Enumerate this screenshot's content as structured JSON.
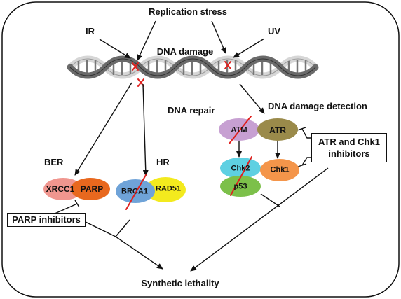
{
  "labels": {
    "replication_stress": "Replication stress",
    "ir": "IR",
    "uv": "UV",
    "dna_damage": "DNA damage",
    "dna_repair": "DNA repair",
    "dna_damage_detection": "DNA damage detection",
    "ber": "BER",
    "hr": "HR",
    "synthetic_lethality": "Synthetic lethality"
  },
  "nodes": {
    "xrcc1": "XRCC1",
    "parp": "PARP",
    "brca1": "BRCA1",
    "rad51": "RAD51",
    "atm": "ATM",
    "atr": "ATR",
    "chk2": "Chk2",
    "p53": "p53",
    "chk1": "Chk1"
  },
  "boxes": {
    "parp_inhibitors": "PARP inhibitors",
    "atr_chk1_line1": "ATR and Chk1",
    "atr_chk1_line2": "inhibitors"
  },
  "colors": {
    "xrcc1": "#f0968f",
    "parp": "#e8681e",
    "brca1": "#6fa3d8",
    "rad51": "#f3ea1e",
    "atm": "#c7a0d2",
    "atr": "#9a8a4a",
    "chk2": "#5ed0e2",
    "p53": "#7cc04a",
    "chk1": "#f4954a",
    "strike": "#e0201e"
  }
}
